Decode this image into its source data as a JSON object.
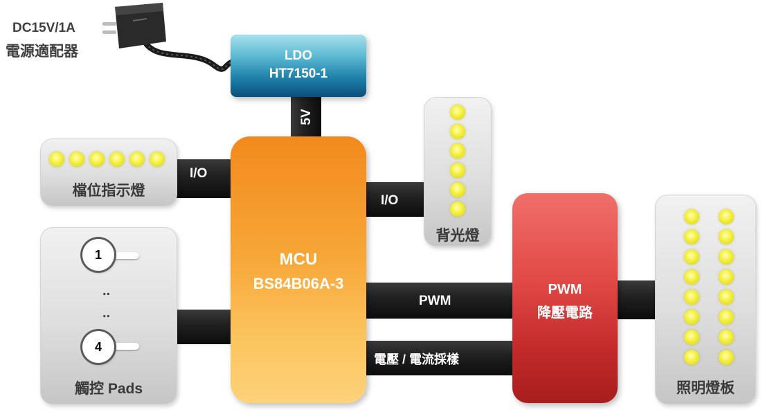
{
  "adapter": {
    "line1": "DC15V/1A",
    "line2": "電源適配器",
    "icon": "power-adapter-icon"
  },
  "ldo": {
    "line1": "LDO",
    "line2": "HT7150-1",
    "color": "#1e7fa8"
  },
  "mcu": {
    "line1": "MCU",
    "line2": "BS84B06A-3",
    "color": "#f7a638"
  },
  "pwm_block": {
    "line1": "PWM",
    "line2": "降壓電路",
    "color": "#d63a3a"
  },
  "links": {
    "ldo_mcu": "5V",
    "level_io": "I/O",
    "backlight_io": "I/O",
    "pwm": "PWM",
    "sense": "電壓 / 電流採樣"
  },
  "panels": {
    "level": "檔位指示燈",
    "backlight": "背光燈",
    "touch": "觸控 Pads",
    "light": "照明燈板"
  },
  "touch_pads": {
    "first": "1",
    "dots1": "..",
    "dots2": "..",
    "last": "4"
  },
  "colors": {
    "led": "#f3ee3d",
    "connector": "#1c1c1c",
    "panel": "#dcdcdc"
  }
}
